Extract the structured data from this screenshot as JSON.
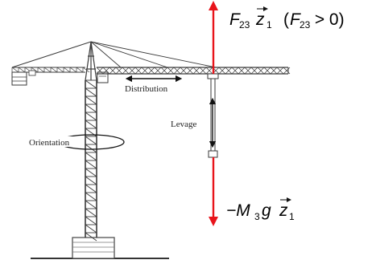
{
  "diagram": {
    "labels": {
      "distribution": "Distribution",
      "levage": "Levage",
      "orientation": "Orientation"
    },
    "force_up": {
      "symbol": "F",
      "subscript": "23",
      "vector": "z",
      "vector_subscript": "1",
      "condition_open": "(",
      "condition_symbol": "F",
      "condition_subscript": "23",
      "condition_rest": " > 0)"
    },
    "force_down": {
      "prefix": "−M",
      "subscript": "3",
      "g": "g",
      "vector": "z",
      "vector_subscript": "1"
    },
    "colors": {
      "force_arrow": "#e8141b",
      "structure": "#3a3a3a",
      "text": "#000000"
    }
  }
}
